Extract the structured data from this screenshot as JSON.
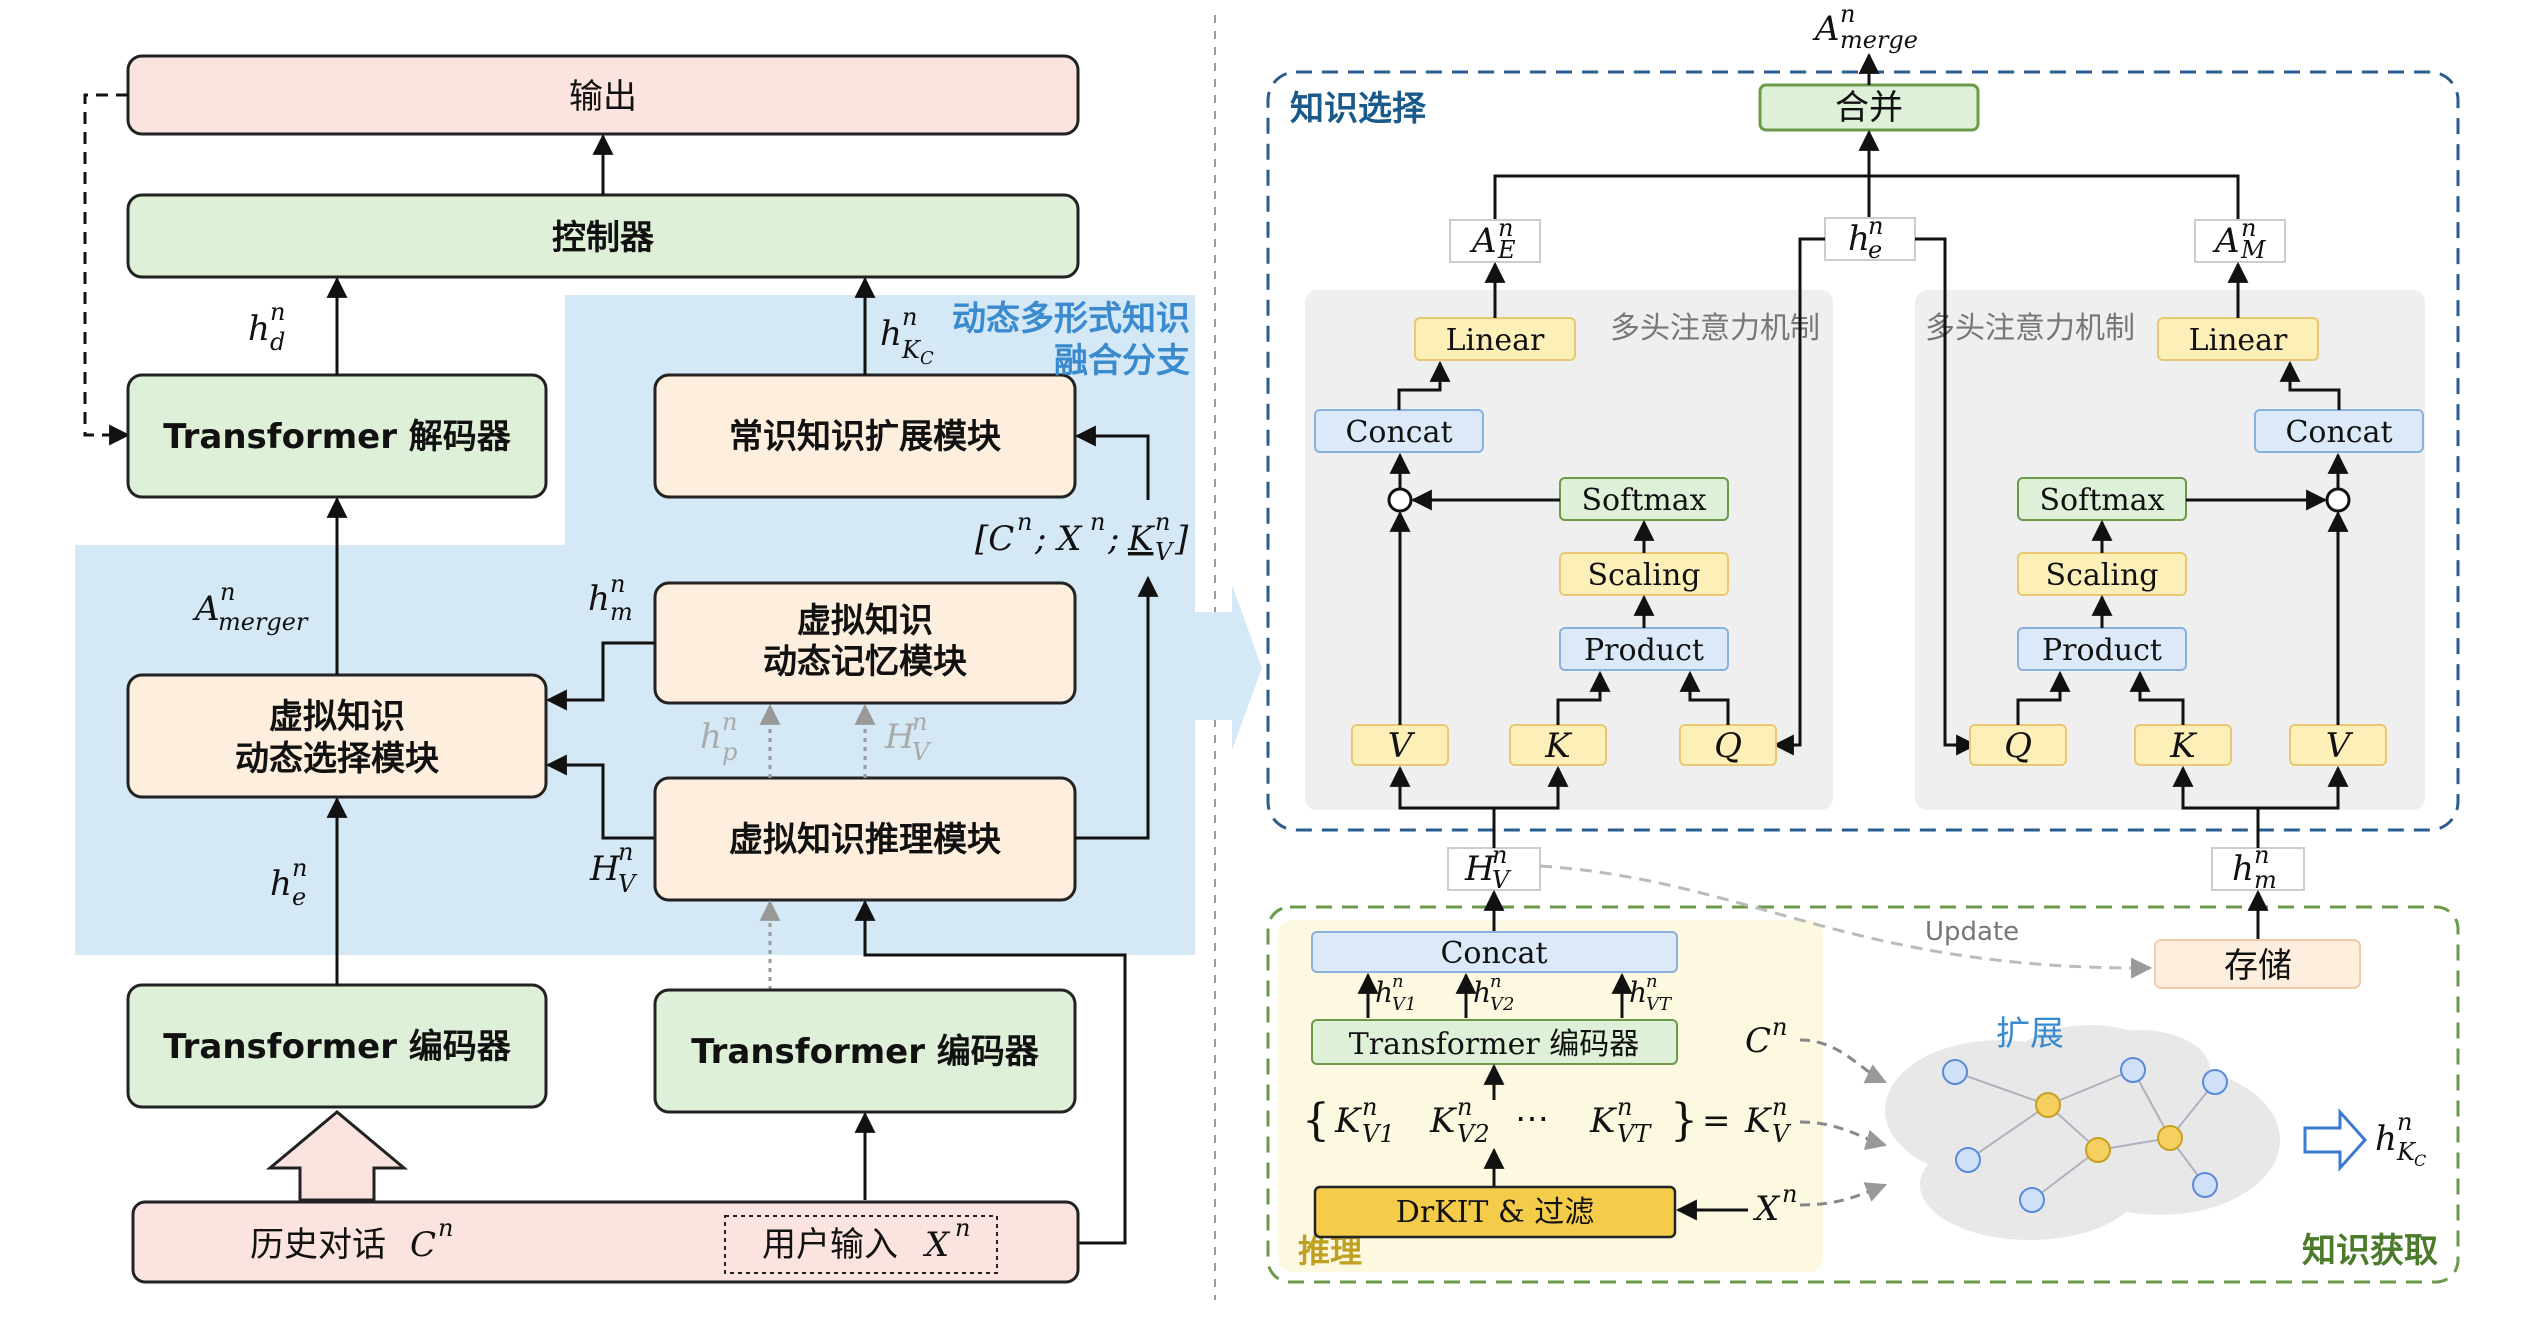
{
  "left": {
    "output": "输出",
    "controller": "控制器",
    "decoder": "Transformer 解码器",
    "commonsense_module": "常识知识扩展模块",
    "branch_title_line1": "动态多形式知识",
    "branch_title_line2": "融合分支",
    "memory_module_line1": "虚拟知识",
    "memory_module_line2": "动态记忆模块",
    "selection_module_line1": "虚拟知识",
    "selection_module_line2": "动态选择模块",
    "reasoning_module": "虚拟知识推理模块",
    "encoder_left": "Transformer 编码器",
    "encoder_right": "Transformer 编码器",
    "history": "历史对话",
    "history_var": "C",
    "user_input": "用户输入",
    "user_input_var": "X",
    "labels": {
      "h_d": "h",
      "h_kc": "h",
      "a_merger": "A",
      "h_m": "h",
      "h_p": "h",
      "H_V_gray": "H",
      "h_e": "h",
      "H_V": "H",
      "concat_input": "[C ; X ; K ]"
    }
  },
  "right": {
    "knowledge_selection": "知识选择",
    "merge": "合并",
    "a_merge": "A",
    "attn_title_left": "多头注意力机制",
    "attn_title_right": "多头注意力机制",
    "linear": "Linear",
    "concat": "Concat",
    "softmax": "Softmax",
    "scaling": "Scaling",
    "product": "Product",
    "v": "V",
    "k": "K",
    "q": "Q",
    "a_e": "A",
    "a_m": "A",
    "h_e": "h",
    "H_V": "H",
    "h_m": "h",
    "knowledge_acquisition": "知识获取",
    "reasoning": "推理",
    "concat_bottom": "Concat",
    "encoder": "Transformer 编码器",
    "drkit": "DrKIT & 过滤",
    "storage": "存储",
    "update": "Update",
    "expand": "扩展",
    "c_n": "C",
    "x_n": "X",
    "k_v": "K",
    "ellipsis": "⋯",
    "h_kc": "h"
  },
  "colors": {
    "pink_fill": "#fbe3df",
    "green_fill": "#dff0d8",
    "peach_fill": "#fdeedd",
    "blue_band": "#d5e8f6",
    "yellow_fill": "#fdefb8",
    "light_blue": "#dce9f8",
    "gray_panel": "#efefef",
    "dark_blue_border": "#2a5d8f",
    "green_border": "#6a9a4a"
  }
}
